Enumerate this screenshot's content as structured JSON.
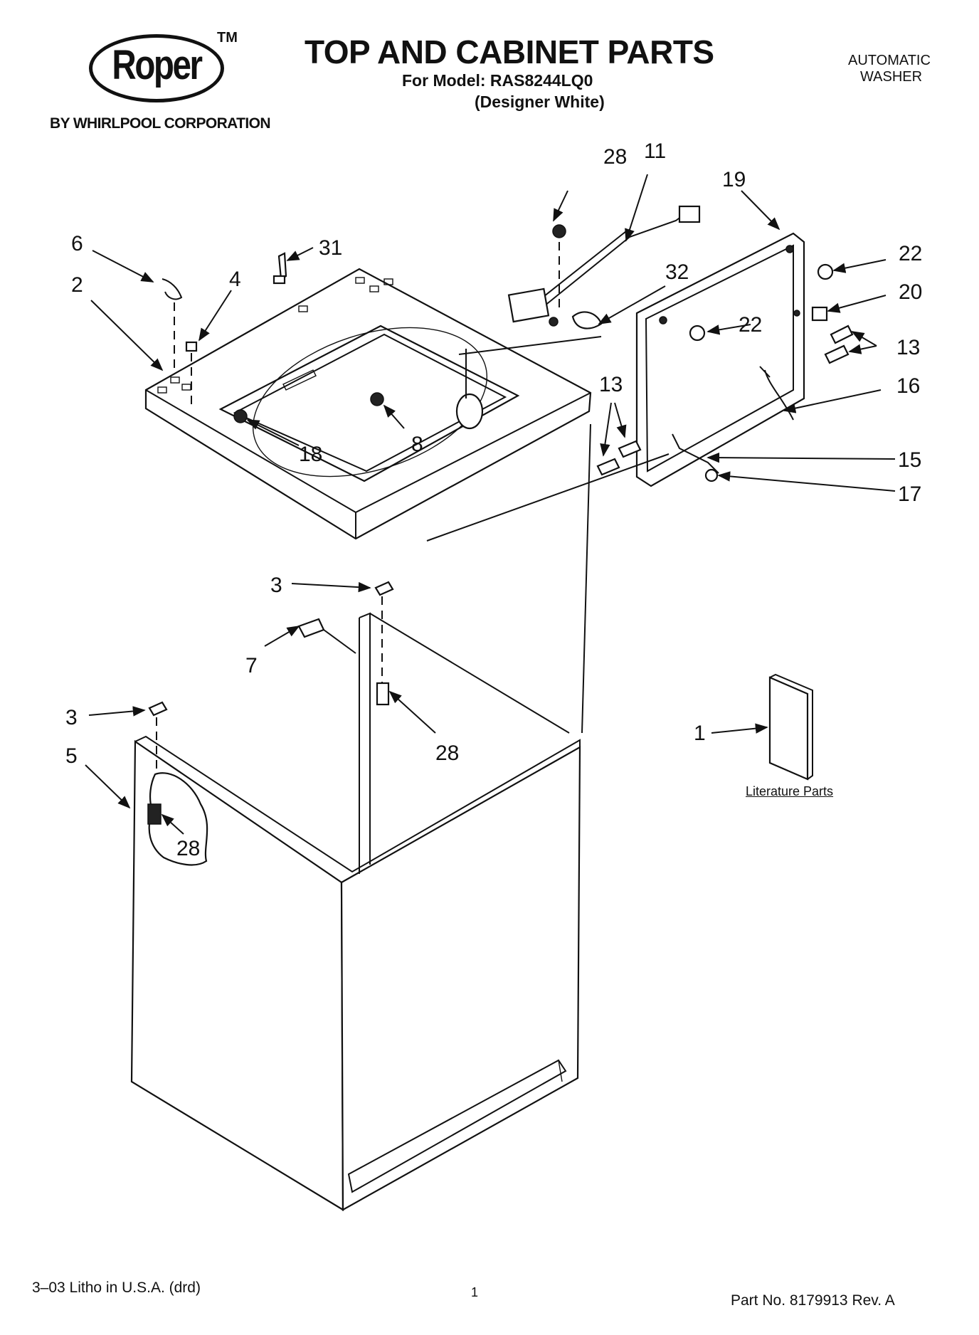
{
  "header": {
    "brand": "Roper",
    "trademark": "TM",
    "byline": "BY WHIRLPOOL CORPORATION",
    "title": "TOP AND CABINET PARTS",
    "model_line": "For Model: RAS8244LQ0",
    "variant": "(Designer White)",
    "appliance_line1": "AUTOMATIC",
    "appliance_line2": "WASHER"
  },
  "callouts": {
    "c28a": "28",
    "c11": "11",
    "c19": "19",
    "c6": "6",
    "c31": "31",
    "c4": "4",
    "c2": "2",
    "c32": "32",
    "c22a": "22",
    "c20": "20",
    "c22b": "22",
    "c13a": "13",
    "c16": "16",
    "c13b": "13",
    "c18": "18",
    "c8": "8",
    "c15": "15",
    "c17": "17",
    "c3a": "3",
    "c7": "7",
    "c28b": "28",
    "c3b": "3",
    "c5": "5",
    "c1": "1",
    "c28c": "28"
  },
  "literature_label": "Literature Parts",
  "footer": {
    "left": "3–03 Litho in U.S.A. (drd)",
    "page": "1",
    "right": "Part No. 8179913 Rev. A"
  }
}
